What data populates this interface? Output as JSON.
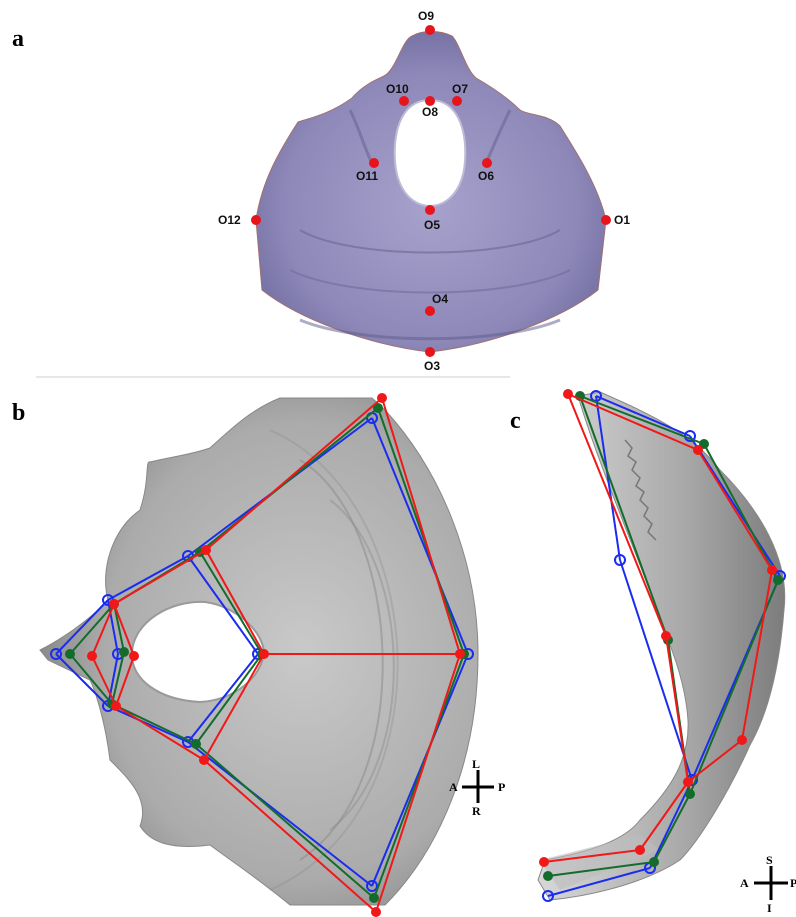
{
  "panels": {
    "a": {
      "letter": "a"
    },
    "b": {
      "letter": "b"
    },
    "c": {
      "letter": "c"
    }
  },
  "landmarks": [
    "O9",
    "O10",
    "O7",
    "O8",
    "O11",
    "O6",
    "O12",
    "O5",
    "O1",
    "O4",
    "O3"
  ],
  "compass_b": {
    "top": "L",
    "left": "A",
    "right": "P",
    "bottom": "R"
  },
  "compass_c": {
    "top": "S",
    "left": "A",
    "right": "P",
    "bottom": "I"
  },
  "colors": {
    "bone_a": "#8e8ab8",
    "bone_bw": "#b8b8b8",
    "landmark": "#e8141c",
    "series_blue": "#1a2cf0",
    "series_green": "#146c2c",
    "series_red": "#f01818"
  }
}
